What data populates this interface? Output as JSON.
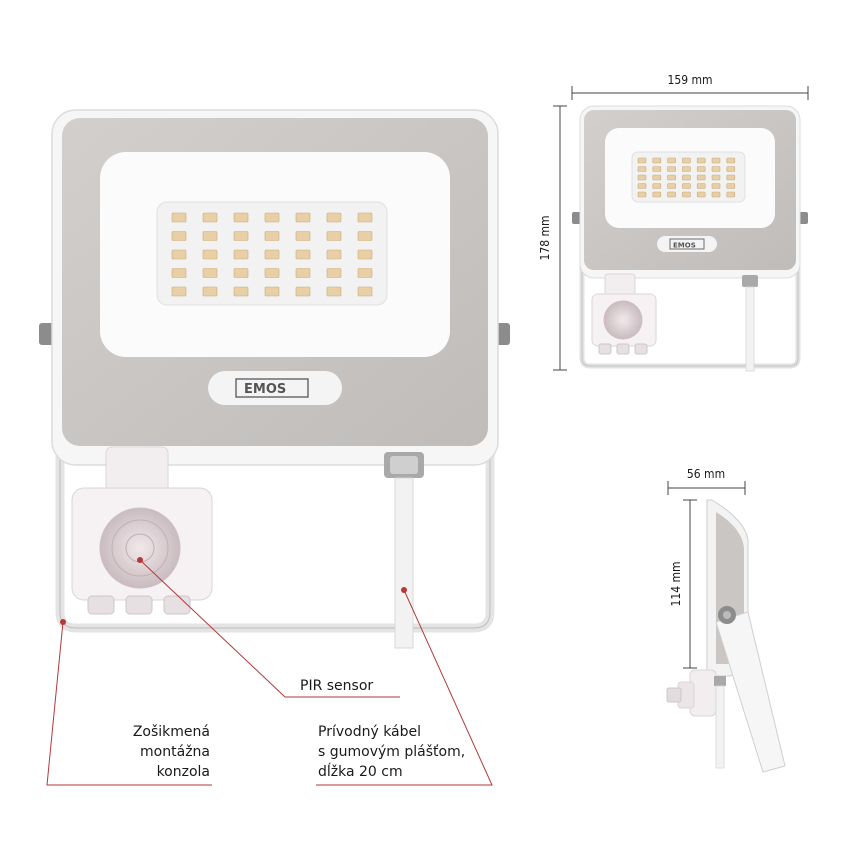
{
  "brand": "EMOS",
  "dimensions": {
    "width": "159 mm",
    "height": "178 mm",
    "depth": "56 mm",
    "side_height": "114 mm"
  },
  "callouts": {
    "pir": "PIR sensor",
    "bracket_line1": "Zošikmená",
    "bracket_line2": "montážna",
    "bracket_line3": "konzola",
    "cable_line1": "Prívodný kábel",
    "cable_line2": "s gumovým plášťom,",
    "cable_line3": "dĺžka 20 cm"
  },
  "colors": {
    "frame": "#c9c6c4",
    "body": "#f7f7f7",
    "led": "#e8cfa6",
    "leader": "#b23a3a"
  }
}
